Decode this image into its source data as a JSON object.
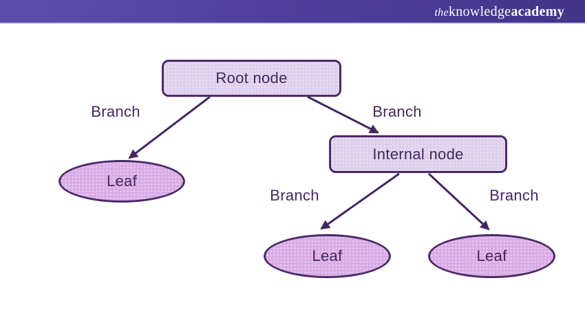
{
  "header": {
    "logo": {
      "the": "the",
      "knowledge": "knowledge",
      "academy": "academy"
    },
    "background_color": "#4e3e99",
    "text_color": "#ffffff"
  },
  "diagram": {
    "type": "tree",
    "nodes": [
      {
        "id": "root",
        "label": "Root node",
        "shape": "rounded-rect"
      },
      {
        "id": "internal",
        "label": "Internal node",
        "shape": "rounded-rect"
      },
      {
        "id": "leaf-1",
        "label": "Leaf",
        "shape": "ellipse"
      },
      {
        "id": "leaf-2",
        "label": "Leaf",
        "shape": "ellipse"
      },
      {
        "id": "leaf-3",
        "label": "Leaf",
        "shape": "ellipse"
      }
    ],
    "edges": [
      {
        "from": "root",
        "to": "leaf-1",
        "label": "Branch"
      },
      {
        "from": "root",
        "to": "internal",
        "label": "Branch"
      },
      {
        "from": "internal",
        "to": "leaf-2",
        "label": "Branch"
      },
      {
        "from": "internal",
        "to": "leaf-3",
        "label": "Branch"
      }
    ],
    "colors": {
      "node_fill": "#ded0ec",
      "ellipse_fill": "#d9ace6",
      "stroke": "#4b2a68",
      "arrow": "#43265f",
      "text": "#44265f"
    }
  }
}
